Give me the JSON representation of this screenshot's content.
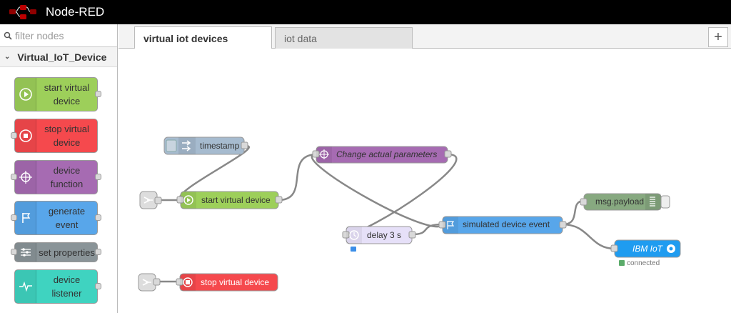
{
  "app": {
    "title": "Node-RED"
  },
  "palette": {
    "filter_placeholder": "filter nodes",
    "category": "Virtual_IoT_Device",
    "nodes": [
      {
        "label_line1": "start virtual",
        "label_line2": "device",
        "color": "#9dcf5a",
        "icon": "play-circle-icon"
      },
      {
        "label_line1": "stop virtual",
        "label_line2": "device",
        "color": "#f5494d",
        "icon": "stop-circle-icon"
      },
      {
        "label_line1": "device",
        "label_line2": "function",
        "color": "#a66bb2",
        "icon": "crosshair-icon"
      },
      {
        "label_line1": "generate",
        "label_line2": "event",
        "color": "#58a6ea",
        "icon": "flag-icon"
      },
      {
        "label_line1": "set properties",
        "label_line2": "",
        "color": "#8a9498",
        "icon": "sliders-icon"
      },
      {
        "label_line1": "device",
        "label_line2": "listener",
        "color": "#3fd3c0",
        "icon": "pulse-icon"
      }
    ]
  },
  "tabs": [
    {
      "label": "virtual iot devices",
      "active": true
    },
    {
      "label": "iot data",
      "active": false
    }
  ],
  "add_tab_label": "+",
  "flow": {
    "nodes": {
      "timestamp": {
        "label": "timestamp",
        "color": "#a6bbcf"
      },
      "start": {
        "label": "start virtual device",
        "color": "#9dcf5a"
      },
      "change": {
        "label": "Change actual parameters",
        "color": "#a66bb2"
      },
      "delay": {
        "label": "delay 3 s",
        "color": "#e6e0f8"
      },
      "simulated": {
        "label": "simulated device event",
        "color": "#58a6ea"
      },
      "msg": {
        "label": "msg.payload",
        "color": "#87a980"
      },
      "ibm": {
        "label": "IBM IoT",
        "color": "#1f9cf0",
        "status": "connected"
      },
      "stop": {
        "label": "stop virtual device",
        "color": "#f5494d"
      }
    }
  }
}
